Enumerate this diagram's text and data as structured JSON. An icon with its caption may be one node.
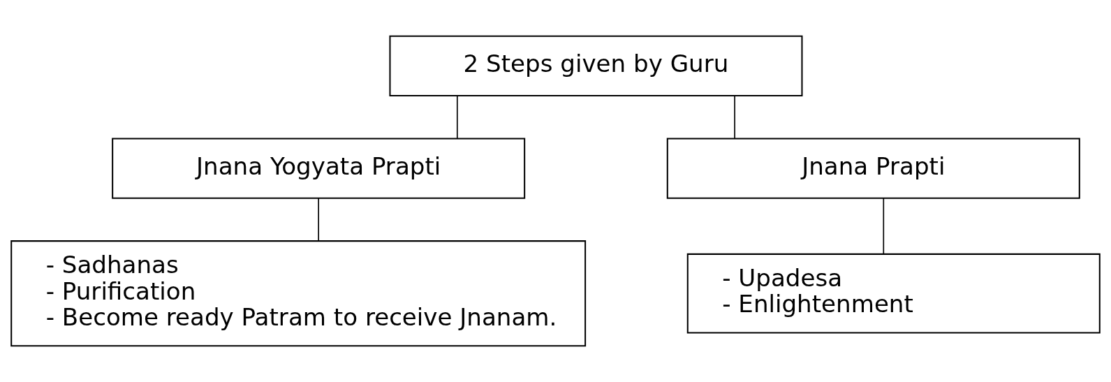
{
  "diagram": {
    "nodes": [
      {
        "text": [
          "2 Steps given by Guru"
        ]
      },
      {
        "text": [
          "Jnana Yogyata Prapti"
        ]
      },
      {
        "text": [
          "Jnana Prapti"
        ]
      },
      {
        "text": [
          "- Sadhanas",
          "- Purification",
          "- Become ready Patram to receive Jnanam."
        ]
      },
      {
        "text": [
          "- Upadesa",
          "- Enlightenment"
        ]
      }
    ],
    "edges": [
      {
        "from": 0,
        "to": 1,
        "arrow": "none"
      },
      {
        "from": 0,
        "to": 2,
        "arrow": "none"
      },
      {
        "from": 1,
        "to": 3,
        "arrow": "none"
      },
      {
        "from": 2,
        "to": 4,
        "arrow": "none"
      }
    ]
  }
}
